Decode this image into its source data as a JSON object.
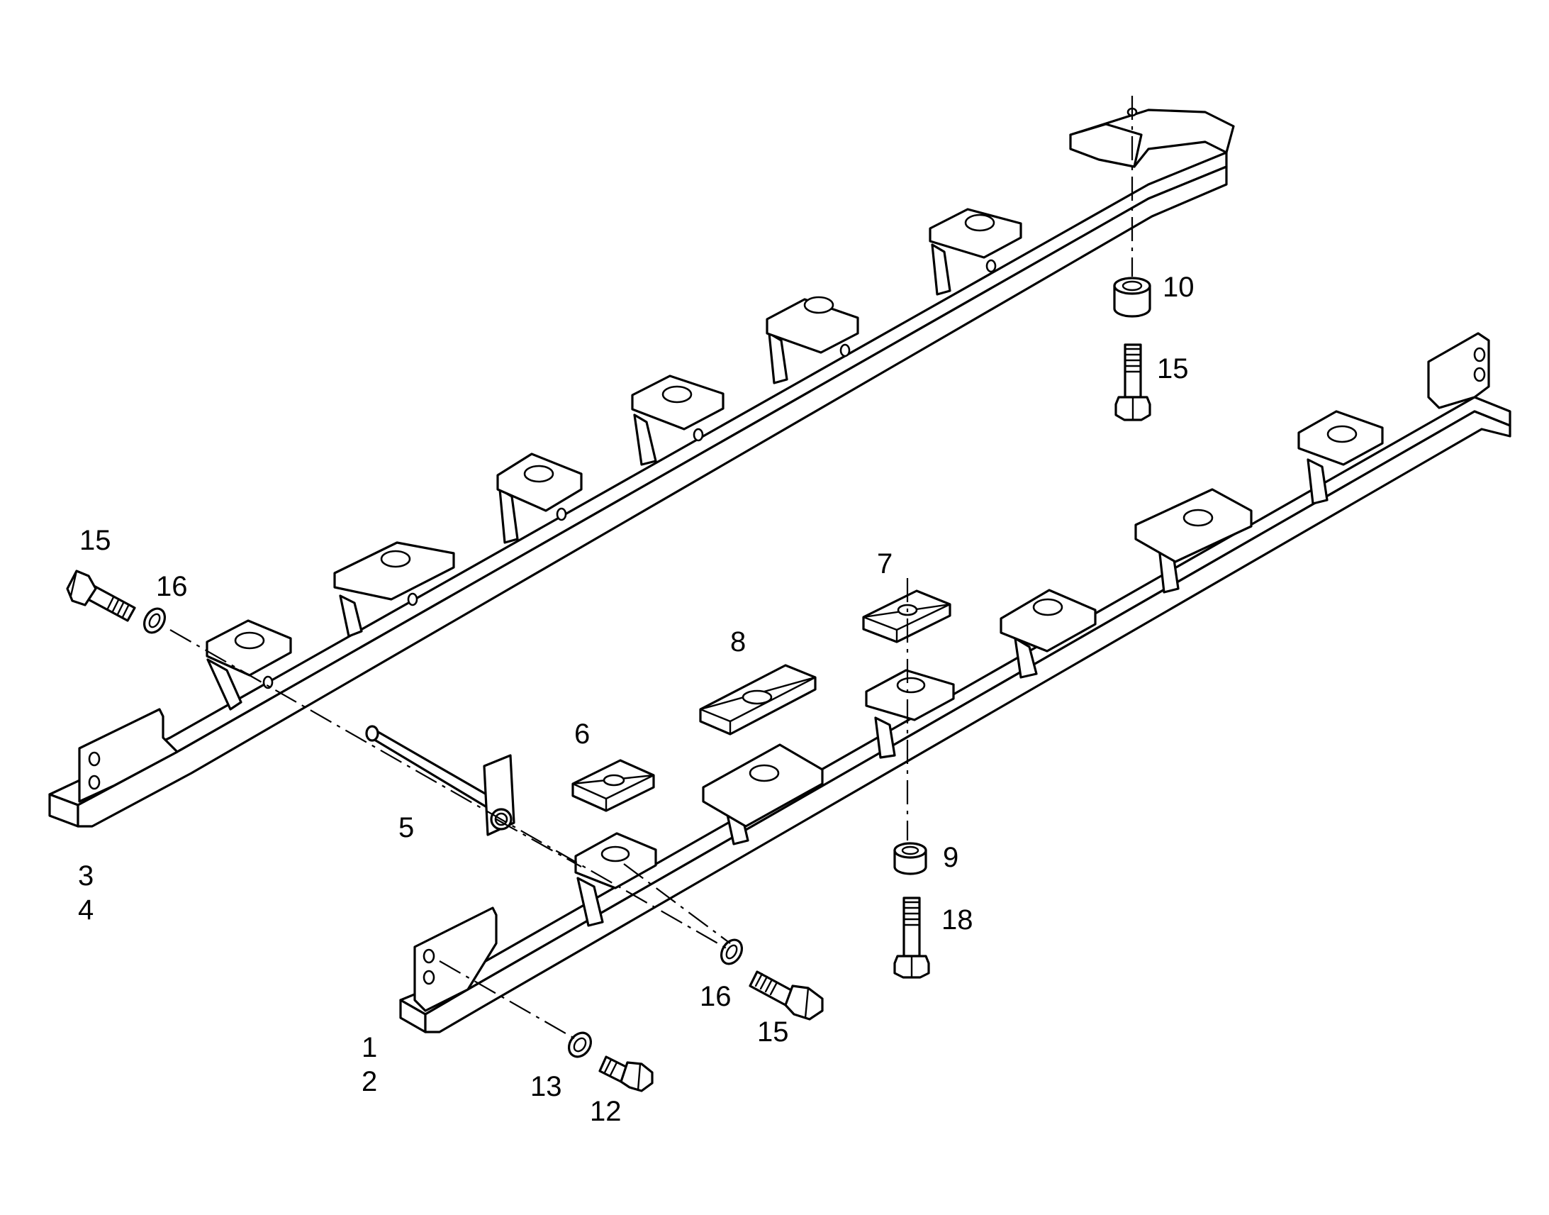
{
  "callouts": {
    "c1": "1",
    "c2": "2",
    "c3": "3",
    "c4": "4",
    "c5": "5",
    "c6": "6",
    "c7": "7",
    "c8": "8",
    "c9": "9",
    "c10": "10",
    "c12": "12",
    "c13": "13",
    "c15a": "15",
    "c15b": "15",
    "c15c": "15",
    "c16a": "16",
    "c16b": "16",
    "c18": "18"
  }
}
